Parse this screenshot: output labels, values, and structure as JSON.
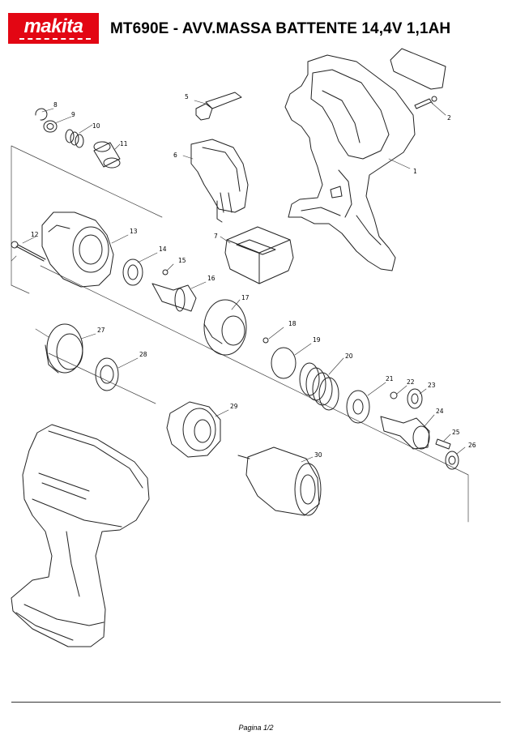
{
  "brand": {
    "name": "makita",
    "color": "#e30613"
  },
  "title": "MT690E - AVV.MASSA BATTENTE 14,4V 1,1AH",
  "footer": {
    "page": "Pagina 1/2"
  },
  "parts": [
    {
      "n": "1"
    },
    {
      "n": "2"
    },
    {
      "n": "5"
    },
    {
      "n": "6"
    },
    {
      "n": "7"
    },
    {
      "n": "8"
    },
    {
      "n": "9"
    },
    {
      "n": "10"
    },
    {
      "n": "11"
    },
    {
      "n": "12"
    },
    {
      "n": "13"
    },
    {
      "n": "14"
    },
    {
      "n": "15"
    },
    {
      "n": "16"
    },
    {
      "n": "17"
    },
    {
      "n": "18"
    },
    {
      "n": "19"
    },
    {
      "n": "20"
    },
    {
      "n": "21"
    },
    {
      "n": "22"
    },
    {
      "n": "23"
    },
    {
      "n": "24"
    },
    {
      "n": "25"
    },
    {
      "n": "26"
    },
    {
      "n": "27"
    },
    {
      "n": "28"
    },
    {
      "n": "29"
    },
    {
      "n": "30"
    }
  ]
}
